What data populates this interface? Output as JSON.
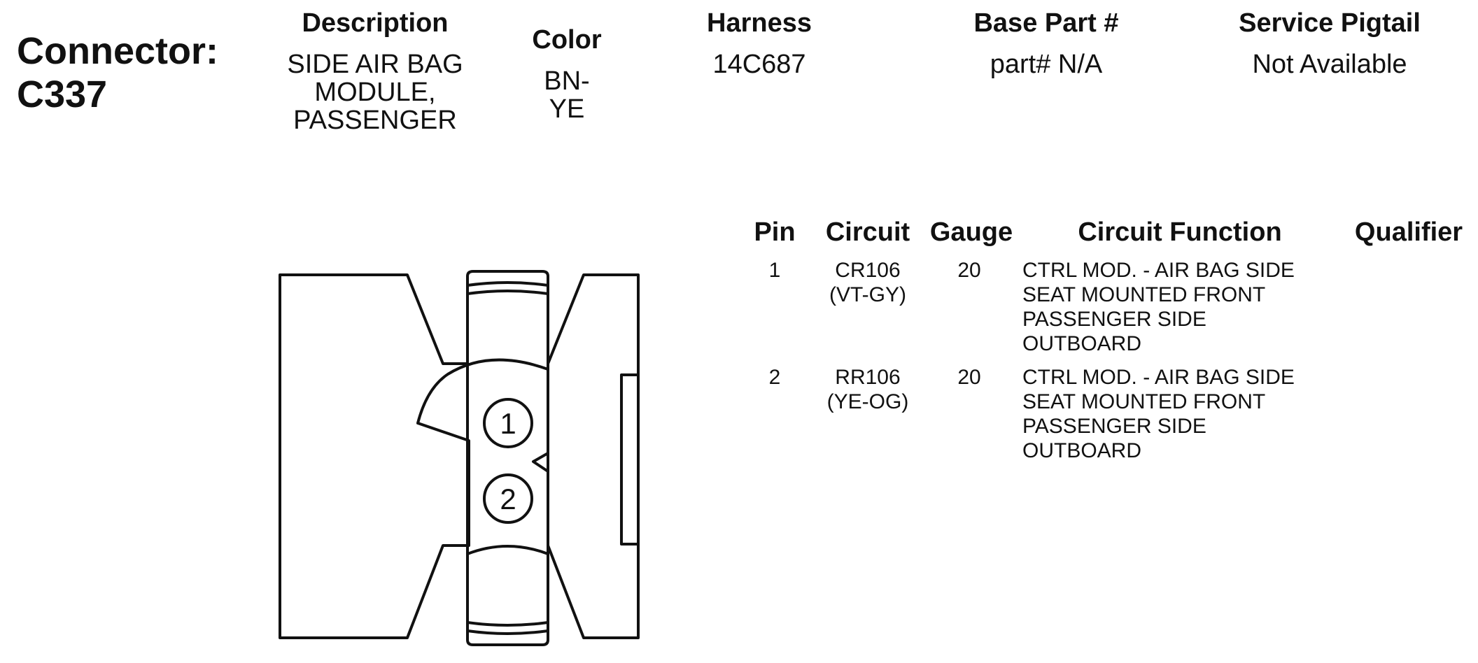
{
  "connector": {
    "label": "Connector:",
    "id": "C337"
  },
  "header": {
    "description": {
      "label": "Description",
      "lines": [
        "SIDE AIR BAG",
        "MODULE,",
        "PASSENGER"
      ]
    },
    "color": {
      "label": "Color",
      "lines": [
        "BN-",
        "YE"
      ]
    },
    "harness": {
      "label": "Harness",
      "value": "14C687"
    },
    "base_part": {
      "label": "Base Part #",
      "value": "part# N/A"
    },
    "service_pigtail": {
      "label": "Service Pigtail",
      "value": "Not Available"
    }
  },
  "table": {
    "columns": {
      "pin": "Pin",
      "circuit": "Circuit",
      "gauge": "Gauge",
      "function": "Circuit Function",
      "qualifier": "Qualifier"
    },
    "rows": [
      {
        "pin": "1",
        "circuit": [
          "CR106",
          "(VT-GY)"
        ],
        "gauge": "20",
        "function": [
          "CTRL MOD. - AIR BAG SIDE",
          "SEAT MOUNTED FRONT",
          "PASSENGER SIDE",
          "OUTBOARD"
        ],
        "qualifier": ""
      },
      {
        "pin": "2",
        "circuit": [
          "RR106",
          "(YE-OG)"
        ],
        "gauge": "20",
        "function": [
          "CTRL MOD. - AIR BAG SIDE",
          "SEAT MOUNTED FRONT",
          "PASSENGER SIDE",
          "OUTBOARD"
        ],
        "qualifier": ""
      }
    ]
  },
  "diagram": {
    "pin_labels": [
      "1",
      "2"
    ]
  }
}
